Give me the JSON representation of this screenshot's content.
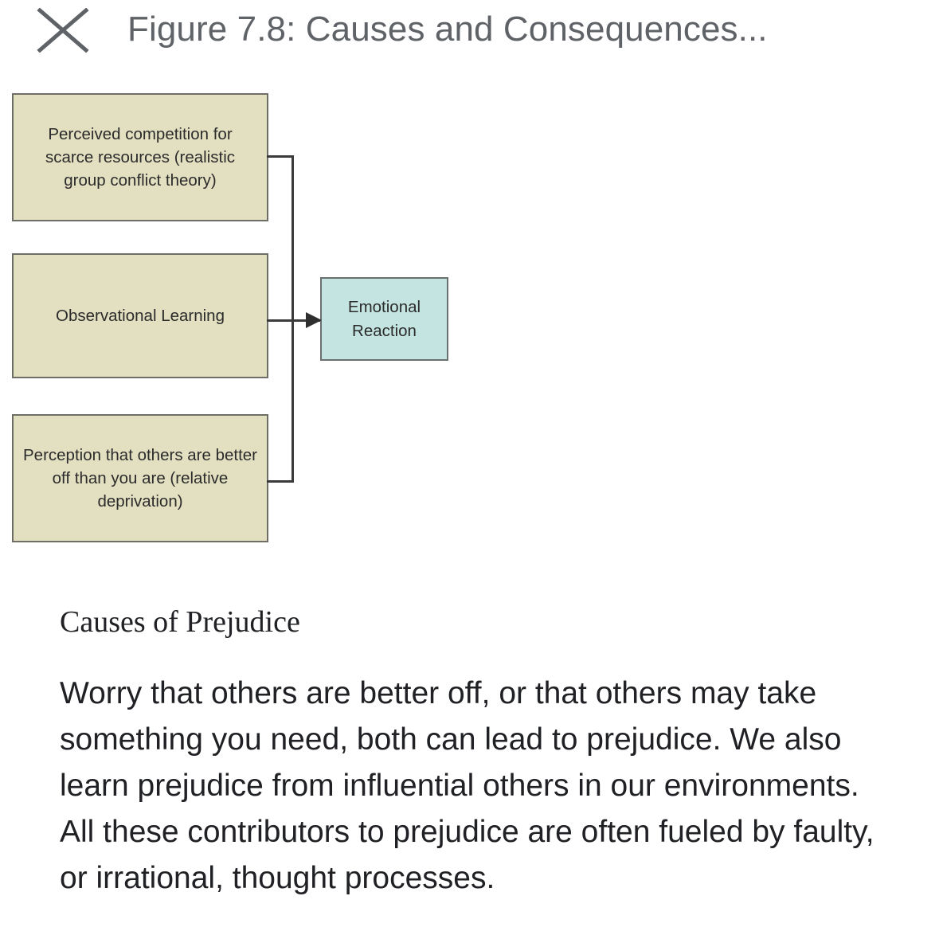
{
  "header": {
    "close_icon": "close-icon",
    "title": "Figure 7.8: Causes and Consequences..."
  },
  "diagram": {
    "causes": [
      {
        "id": "perceived-competition",
        "label": "Perceived competition for scarce resources (realistic group conflict theory)"
      },
      {
        "id": "observational-learning",
        "label": "Observational Learning"
      },
      {
        "id": "relative-deprivation",
        "label": "Perception that others are better off than you are (relative deprivation)"
      }
    ],
    "effect": {
      "id": "emotional-reaction",
      "label": "Emotional Reaction"
    },
    "colors": {
      "cause_fill": "#e3e0c1",
      "effect_fill": "#c3e4e0",
      "border": "#6e6e66",
      "connector": "#3a3a3a"
    }
  },
  "caption": {
    "heading": "Causes of Prejudice",
    "body": "Worry that others are better off, or that others may take something you need, both can lead to prejudice. We also learn prejudice from influential others in our environments. All these contributors to prejudice are often fueled by faulty, or irrational, thought processes."
  }
}
